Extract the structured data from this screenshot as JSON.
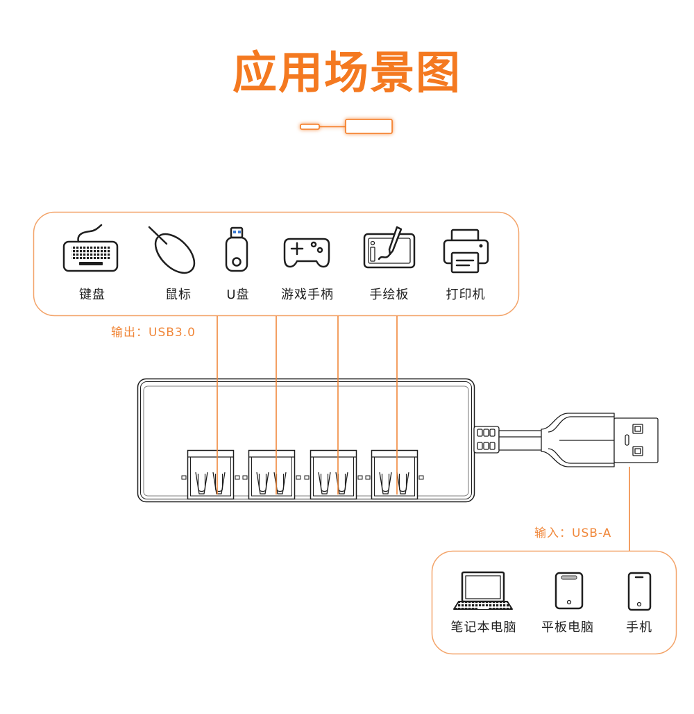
{
  "title": "应用场景图",
  "output": {
    "label": "输出：USB3.0",
    "devices": [
      {
        "label": "键盘",
        "icon": "keyboard-icon"
      },
      {
        "label": "鼠标",
        "icon": "mouse-icon"
      },
      {
        "label": "U盘",
        "icon": "usb-flash-drive-icon"
      },
      {
        "label": "游戏手柄",
        "icon": "gamepad-icon"
      },
      {
        "label": "手绘板",
        "icon": "drawing-tablet-icon"
      },
      {
        "label": "打印机",
        "icon": "printer-icon"
      }
    ]
  },
  "input": {
    "label": "输入：USB-A",
    "devices": [
      {
        "label": "笔记本电脑",
        "icon": "laptop-icon"
      },
      {
        "label": "平板电脑",
        "icon": "tablet-icon"
      },
      {
        "label": "手机",
        "icon": "phone-icon"
      }
    ]
  },
  "icons": {
    "cable": "usb-cable-icon",
    "hub": "usb-hub-icon",
    "plug": "usb-a-plug-icon"
  },
  "colors": {
    "accent": "#F47920",
    "line": "#F0873A",
    "panel_border": "#F3A46A",
    "ink": "#1E1E1E",
    "text": "#222222",
    "usb_blue": "#3A7BD5"
  }
}
